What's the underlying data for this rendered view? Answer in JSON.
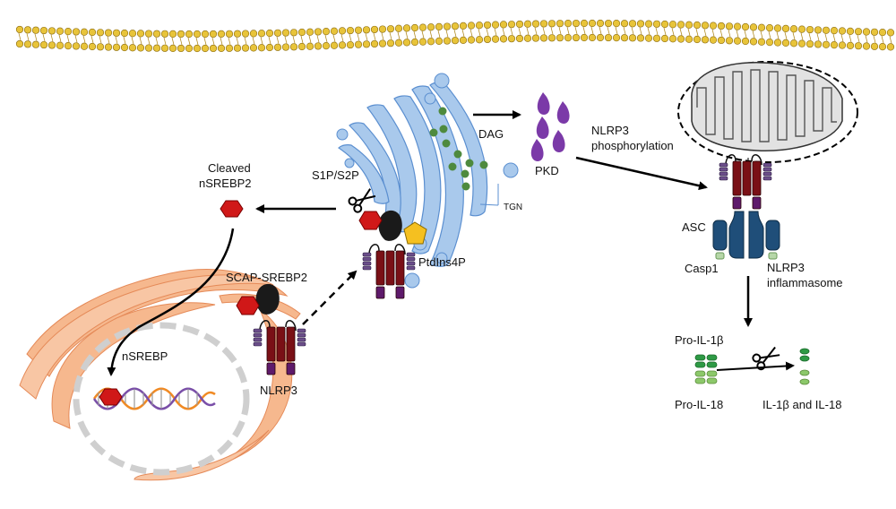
{
  "labels": {
    "dag": "DAG",
    "pkd": "PKD",
    "nlrp3_phos_line1": "NLRP3",
    "nlrp3_phos_line2": "phosphorylation",
    "tgn": "TGN",
    "s1p_s2p": "S1P/S2P",
    "cleaved_line1": "Cleaved",
    "cleaved_line2": "nSREBP2",
    "ptdins4p": "PtdIns4P",
    "scap_srebp2": "SCAP-SREBP2",
    "nsrebp": "nSREBP",
    "nlrp3": "NLRP3",
    "asc": "ASC",
    "casp1": "Casp1",
    "inflammasome_line1": "NLRP3",
    "inflammasome_line2": "inflammasome",
    "pro_il1b": "Pro-IL-1β",
    "pro_il18": "Pro-IL-18",
    "il1b_il18": "IL-1β and IL-18"
  },
  "colors": {
    "membrane_head": "#e8c43a",
    "golgi": "#a9c9ec",
    "golgi_stroke": "#5b8fd0",
    "dag_dot": "#4e8a3e",
    "pkd": "#7b3aa8",
    "nlrp3_body": "#7a1016",
    "nlrp3_base": "#5e1a6b",
    "srebp": "#d01818",
    "er": "#f6b88e",
    "asc": "#1f4e79",
    "casp1": "#b6d7a8",
    "il": "#2e9a45"
  },
  "icons": [
    "scissors-icon",
    "scissors-icon"
  ]
}
